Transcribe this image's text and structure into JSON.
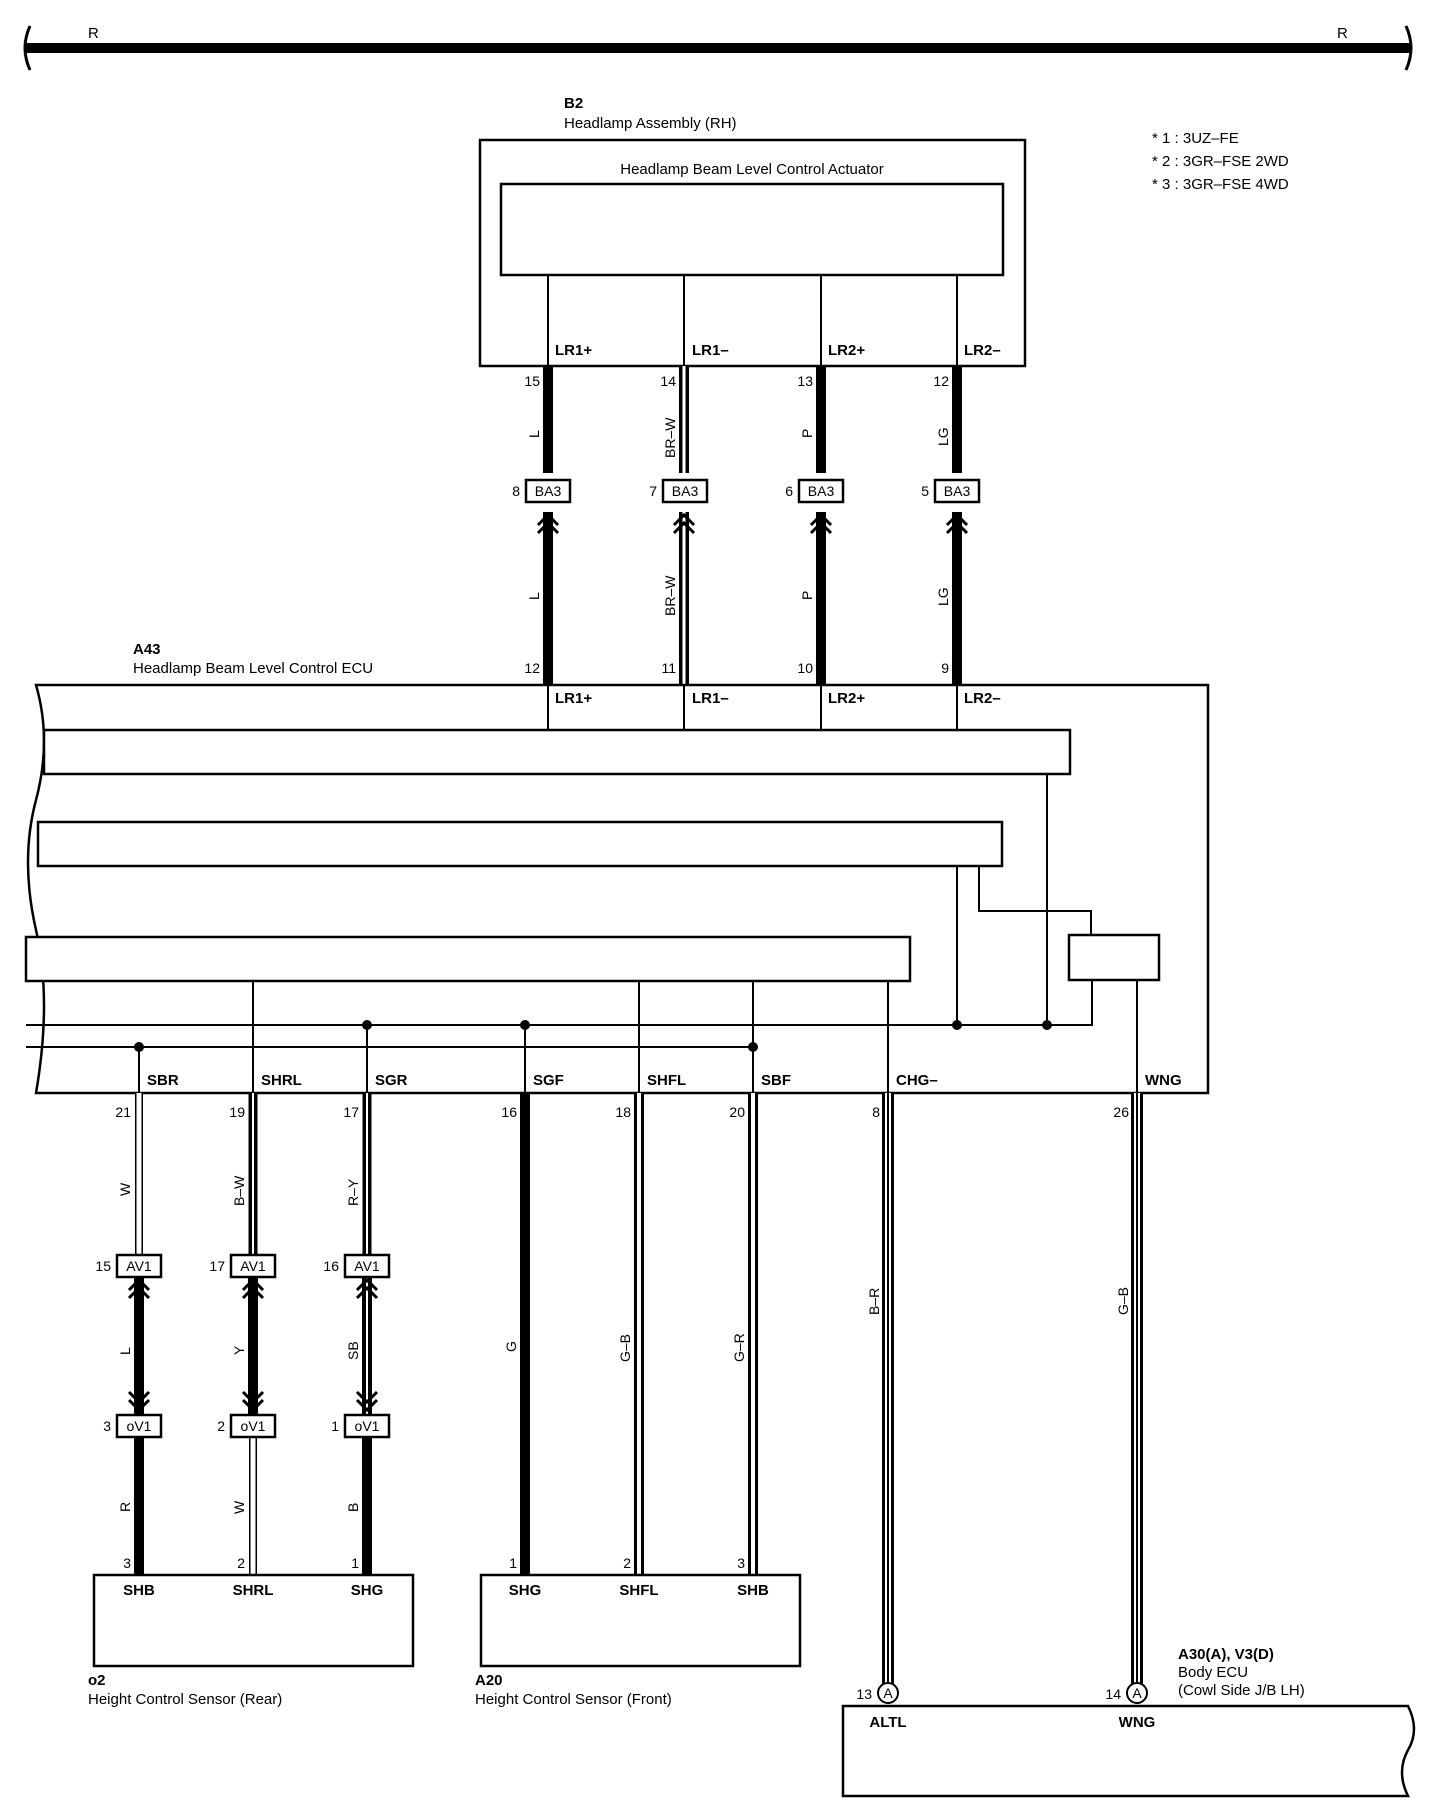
{
  "power_bus": {
    "left_label": "R",
    "right_label": "R"
  },
  "notes": [
    "* 1 : 3UZ–FE",
    "* 2 : 3GR–FSE 2WD",
    "* 3 : 3GR–FSE 4WD"
  ],
  "components": {
    "b2": {
      "code": "B2",
      "name": "Headlamp Assembly (RH)",
      "inner": "Headlamp Beam Level Control Actuator",
      "pins": [
        "LR1+",
        "LR1–",
        "LR2+",
        "LR2–"
      ],
      "pin_numbers": [
        "15",
        "14",
        "13",
        "12"
      ]
    },
    "a43": {
      "code": "A43",
      "name": "Headlamp Beam Level Control ECU",
      "top_pins": [
        "LR1+",
        "LR1–",
        "LR2+",
        "LR2–"
      ],
      "top_pin_numbers": [
        "12",
        "11",
        "10",
        "9"
      ],
      "bottom_pins": [
        "SBR",
        "SHRL",
        "SGR",
        "SGF",
        "SHFL",
        "SBF",
        "CHG–",
        "WNG"
      ],
      "bottom_pin_numbers": [
        "21",
        "19",
        "17",
        "16",
        "18",
        "20",
        "8",
        "26"
      ]
    },
    "o2": {
      "code": "o2",
      "name": "Height Control Sensor (Rear)",
      "pins": [
        "SHB",
        "SHRL",
        "SHG"
      ],
      "pin_numbers": [
        "3",
        "2",
        "1"
      ]
    },
    "a20": {
      "code": "A20",
      "name": "Height Control Sensor (Front)",
      "pins": [
        "SHG",
        "SHFL",
        "SHB"
      ],
      "pin_numbers": [
        "1",
        "2",
        "3"
      ]
    },
    "a30": {
      "code": "A30(A), V3(D)",
      "name": "Body ECU",
      "sub": "(Cowl Side J/B LH)",
      "pins": [
        "ALTL",
        "WNG"
      ],
      "pin_numbers": [
        "13",
        "14"
      ],
      "connector": "A"
    }
  },
  "connectors": {
    "ba3": {
      "name": "BA3",
      "pins": [
        "8",
        "7",
        "6",
        "5"
      ]
    },
    "av1": {
      "name": "AV1",
      "pins": [
        "15",
        "17",
        "16"
      ]
    },
    "ov1": {
      "name": "oV1",
      "pins": [
        "3",
        "2",
        "1"
      ]
    }
  },
  "wires": {
    "b2_top": [
      "L",
      "BR–W",
      "P",
      "LG"
    ],
    "b2_bottom": [
      "L",
      "BR–W",
      "P",
      "LG"
    ],
    "rear_upper": [
      "W",
      "B–W",
      "R–Y"
    ],
    "rear_mid": [
      "L",
      "Y",
      "SB"
    ],
    "rear_lower": [
      "R",
      "W",
      "B"
    ],
    "front": [
      "G",
      "G–B",
      "G–R"
    ],
    "body": [
      "B–R",
      "G–B"
    ]
  }
}
